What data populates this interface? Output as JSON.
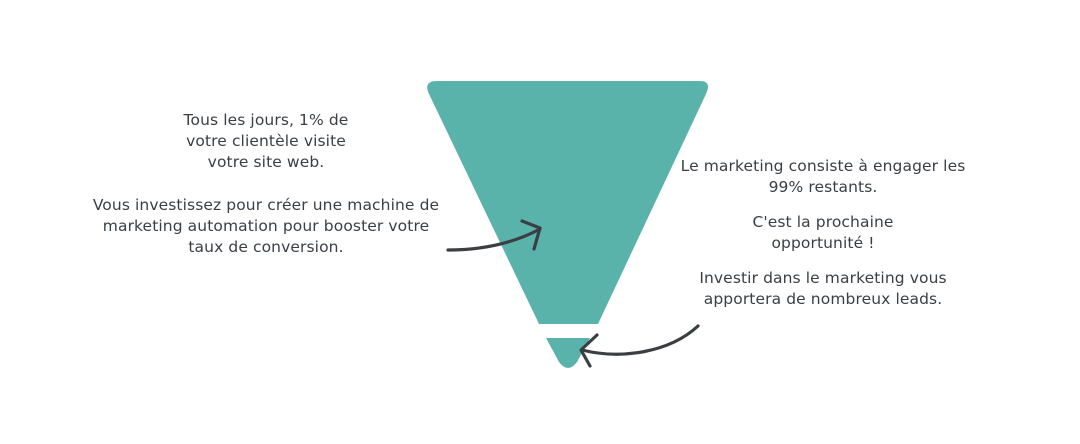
{
  "colors": {
    "funnel": "#5ab3aa",
    "arrow": "#3a3f44",
    "text": "#3a3f44",
    "background": "#ffffff"
  },
  "left_text": {
    "paragraph_1": "Tous les jours, 1% de votre clientèle visite votre site web.",
    "paragraph_2": "Vous investissez pour créer une machine de marketing automation pour booster votre taux de conversion."
  },
  "right_text": {
    "paragraph_1": "Le marketing consiste à engager les 99% restants.",
    "paragraph_2": "C'est la prochaine opportunité !",
    "paragraph_3": "Investir dans le marketing vous apportera de nombreux leads."
  }
}
